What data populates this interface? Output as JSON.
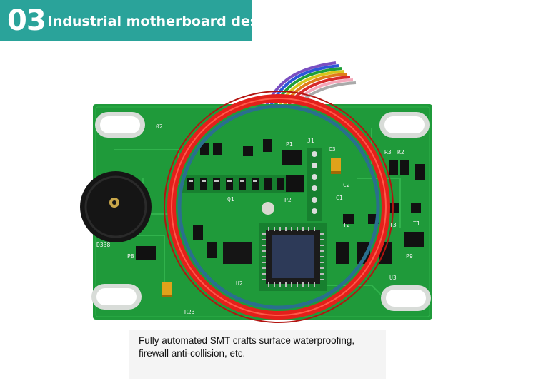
{
  "banner": {
    "number": "03",
    "title": "Industrial motherboard design",
    "color": "#2aa39a"
  },
  "photo": {
    "subject": "green circuit board with red-wound coil antenna, buzzer and colored wires",
    "board_color": "#1f9a3a",
    "coil_color": "#e3201b",
    "silkscreen_labels": [
      "02",
      "J1",
      "P1",
      "C3",
      "D338",
      "P8",
      "C2",
      "U2",
      "U3",
      "P9",
      "T1",
      "T2",
      "T3",
      "R3",
      "R2",
      "C1",
      "P2",
      "Q1",
      "R23"
    ]
  },
  "caption": {
    "line1": "Fully automated SMT crafts surface waterproofing,",
    "line2": "firewall anti-collision, etc."
  }
}
